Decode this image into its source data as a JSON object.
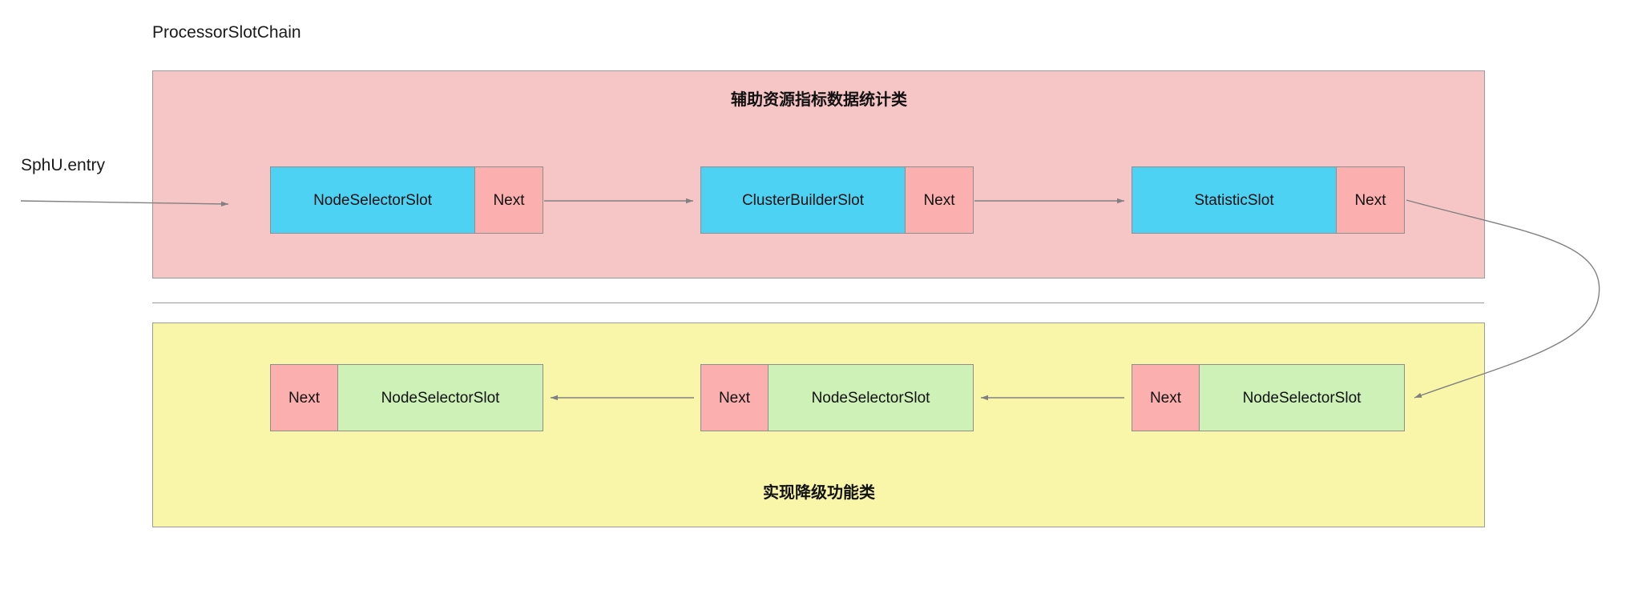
{
  "diagram": {
    "title": "ProcessorSlotChain",
    "entry_label": "SphU.entry",
    "groups": [
      {
        "id": "statistic-group",
        "caption": "辅助资源指标数据统计类",
        "nodes": [
          {
            "main": "NodeSelectorSlot",
            "next": "Next"
          },
          {
            "main": "ClusterBuilderSlot",
            "next": "Next"
          },
          {
            "main": "StatisticSlot",
            "next": "Next"
          }
        ]
      },
      {
        "id": "degrade-group",
        "caption": "实现降级功能类",
        "nodes": [
          {
            "next": "Next",
            "main": "NodeSelectorSlot"
          },
          {
            "next": "Next",
            "main": "NodeSelectorSlot"
          },
          {
            "next": "Next",
            "main": "NodeSelectorSlot"
          }
        ]
      }
    ],
    "colors": {
      "panel_top_bg": "#f6c5c5",
      "panel_bottom_bg": "#f9f6a9",
      "slot_blue": "#4ed2f4",
      "slot_green": "#cdf1b6",
      "next_pink": "#fcafaf",
      "border": "#8e8e8e",
      "connector": "#808080",
      "text": "#111111"
    }
  }
}
